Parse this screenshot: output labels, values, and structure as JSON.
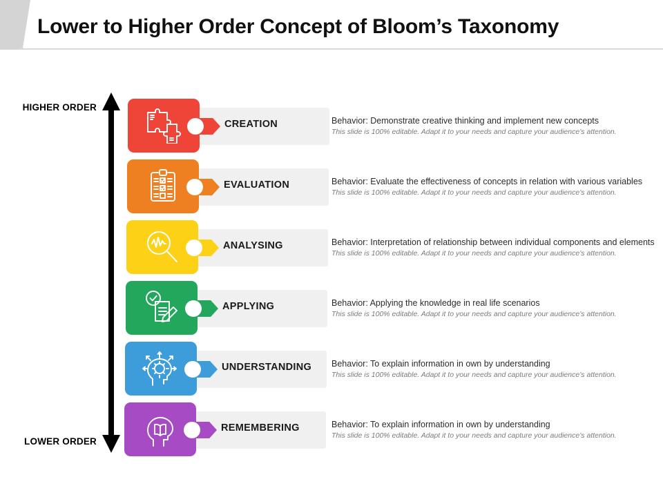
{
  "header": {
    "title": "Lower to Higher Order Concept of Bloom’s Taxonomy",
    "accent_color": "#d4d4d4"
  },
  "axis": {
    "top_label": "HIGHER ORDER",
    "bottom_label": "LOWER ORDER",
    "color": "#000000",
    "direction": "double"
  },
  "rows": [
    {
      "label": "CREATION",
      "color": "#ee4538",
      "icon": "puzzle-pieces-icon",
      "behavior": "Behavior: Demonstrate creative thinking and implement new concepts",
      "note": "This slide is 100% editable. Adapt it to your needs and capture your audience’s attention."
    },
    {
      "label": "EVALUATION",
      "color": "#ef8022",
      "icon": "clipboard-checklist-icon",
      "behavior": "Behavior: Evaluate the effectiveness of concepts in relation with various variables",
      "note": "This slide is 100% editable. Adapt it to your needs and capture your audience’s attention."
    },
    {
      "label": "ANALYSING",
      "color": "#fcd116",
      "icon": "magnifier-waveform-icon",
      "behavior": "Behavior: Interpretation of relationship between individual components and elements",
      "note": "This slide is 100% editable. Adapt it to your needs and capture your audience’s attention."
    },
    {
      "label": "APPLYING",
      "color": "#22a75d",
      "icon": "document-pencil-check-icon",
      "behavior": "Behavior: Applying the knowledge in real life scenarios",
      "note": "This slide is 100% editable. Adapt it to your needs and capture your audience’s attention."
    },
    {
      "label": "UNDERSTANDING",
      "color": "#3architecture",
      "icon": "head-gear-arrows-icon",
      "behavior": "Behavior: To explain information in own by understanding",
      "note": "This slide is 100% editable. Adapt it to your needs and capture your audience’s attention."
    },
    {
      "label": "REMEMBERING",
      "color": "#a64bc4",
      "icon": "head-book-icon",
      "behavior": "Behavior: To explain information in own by understanding",
      "note": "This slide is 100% editable. Adapt it to your needs and capture your audience’s attention."
    }
  ]
}
